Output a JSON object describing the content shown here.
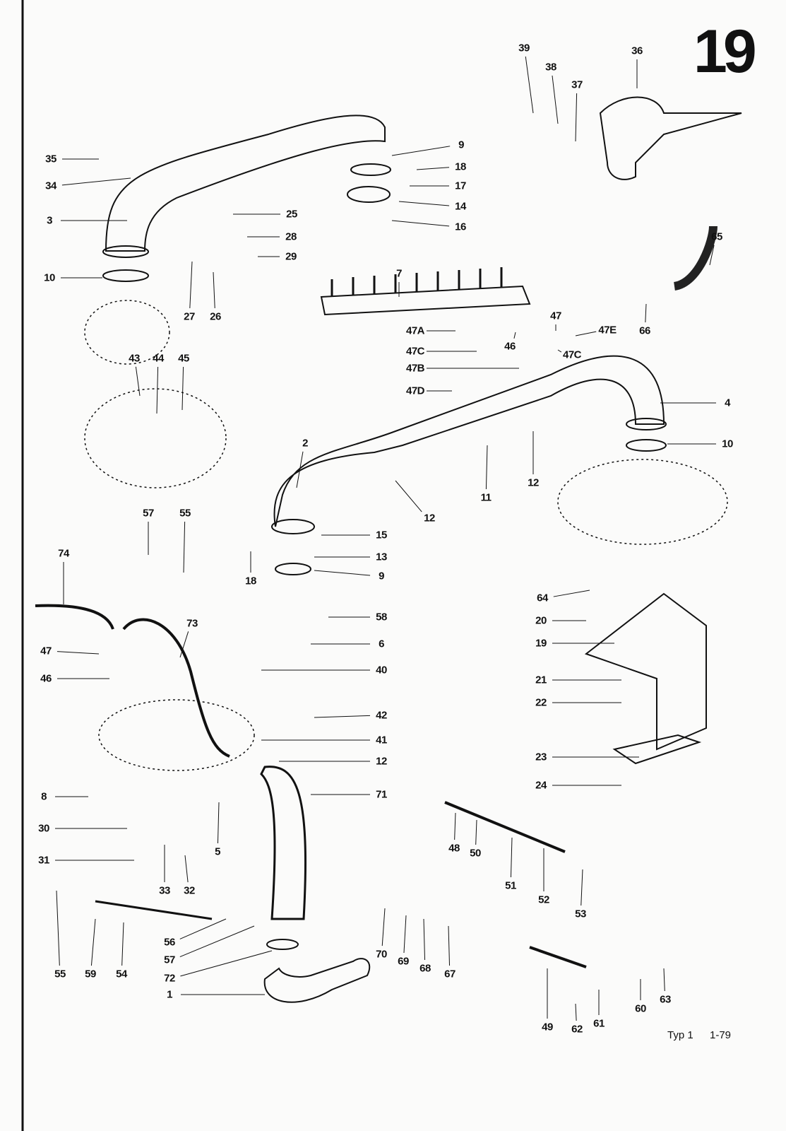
{
  "page_number": "19",
  "footer": {
    "model": "Typ 1",
    "date": "1-79"
  },
  "callouts": [
    "35",
    "34",
    "3",
    "10",
    "27",
    "26",
    "25",
    "28",
    "29",
    "9",
    "18",
    "17",
    "14",
    "16",
    "39",
    "38",
    "37",
    "36",
    "7",
    "65",
    "47A",
    "47C",
    "47B",
    "47D",
    "46",
    "47",
    "47E",
    "47C",
    "66",
    "43",
    "44",
    "45",
    "4",
    "10",
    "2",
    "12",
    "11",
    "12",
    "15",
    "13",
    "9",
    "18",
    "57",
    "55",
    "74",
    "73",
    "47",
    "46",
    "58",
    "6",
    "40",
    "42",
    "41",
    "12",
    "71",
    "8",
    "30",
    "31",
    "33",
    "32",
    "5",
    "56",
    "57",
    "72",
    "1",
    "55",
    "59",
    "54",
    "70",
    "69",
    "68",
    "67",
    "48",
    "50",
    "51",
    "52",
    "53",
    "64",
    "20",
    "19",
    "21",
    "22",
    "23",
    "24",
    "49",
    "62",
    "61",
    "60",
    "63"
  ]
}
